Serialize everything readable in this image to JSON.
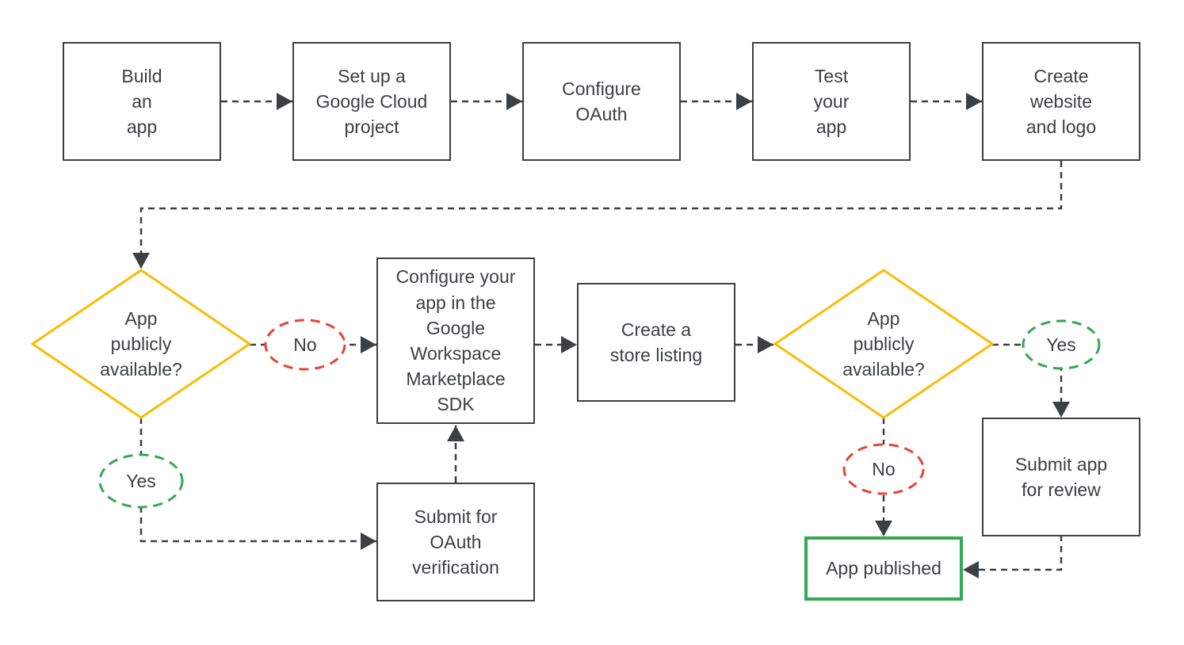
{
  "title": "App publishing flowchart",
  "colors": {
    "line": "#3C4043",
    "text": "#3C4043",
    "bg": "#FFFFFF",
    "decision": "#FBBC04",
    "yes": "#34A853",
    "no": "#EA4335",
    "published": "#34A853"
  },
  "nodes": {
    "build_app": {
      "label": "Build\nan\napp"
    },
    "cloud_project": {
      "label": "Set up a\nGoogle Cloud\nproject"
    },
    "configure_oauth": {
      "label": "Configure\nOAuth"
    },
    "test_app": {
      "label": "Test\nyour\napp"
    },
    "website_logo": {
      "label": "Create\nwebsite\nand logo"
    },
    "decision1": {
      "label": "App\npublicly\navailable?"
    },
    "no1": {
      "label": "No"
    },
    "yes1": {
      "label": "Yes"
    },
    "marketplace_sdk": {
      "label": "Configure your\napp in the\nGoogle\nWorkspace\nMarketplace\nSDK"
    },
    "oauth_verification": {
      "label": "Submit for\nOAuth\nverification"
    },
    "store_listing": {
      "label": "Create a\nstore listing"
    },
    "decision2": {
      "label": "App\npublicly\navailable?"
    },
    "yes2": {
      "label": "Yes"
    },
    "no2": {
      "label": "No"
    },
    "submit_review": {
      "label": "Submit app\nfor review"
    },
    "app_published": {
      "label": "App published"
    }
  }
}
